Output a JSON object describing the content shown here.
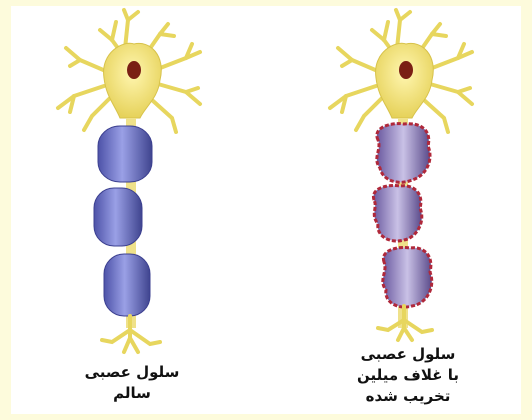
{
  "neurons": [
    {
      "caption_lines": [
        "سلول عصبی",
        "سالم"
      ],
      "myelin_color": "#6d73c4",
      "condition": "healthy"
    },
    {
      "caption_lines": [
        "سلول عصبی",
        "با غلاف میلین",
        "تخریب شده"
      ],
      "myelin_color": "#7f6fb0",
      "condition": "damaged"
    }
  ],
  "colors": {
    "background": "#fdfbdc",
    "cell_body": "#f1e27a",
    "nucleus": "#7a1f14",
    "damage_red": "#b0283a"
  }
}
